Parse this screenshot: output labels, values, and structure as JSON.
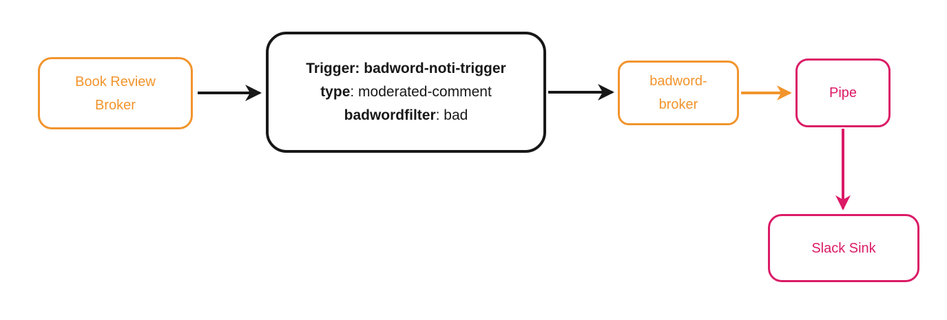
{
  "colors": {
    "orange": "#F2942D",
    "pink": "#DB1A66",
    "ink": "#181818",
    "bg": "#FFFFFF"
  },
  "nodes": {
    "book_review_broker": {
      "line1": "Book Review",
      "line2": "Broker"
    },
    "trigger": {
      "line1_bold": "Trigger: badword-noti-trigger",
      "line2_bold": "type",
      "line2_rest": ": moderated-comment",
      "line3_bold": "badwordfilter",
      "line3_rest": ": bad"
    },
    "badword_broker": {
      "line1": "badword-",
      "line2": "broker"
    },
    "pipe": {
      "label": "Pipe"
    },
    "slack_sink": {
      "label": "Slack Sink"
    }
  },
  "edges": [
    {
      "from": "book_review_broker",
      "to": "trigger",
      "color": "ink"
    },
    {
      "from": "trigger",
      "to": "badword_broker",
      "color": "ink"
    },
    {
      "from": "badword_broker",
      "to": "pipe",
      "color": "orange"
    },
    {
      "from": "pipe",
      "to": "slack_sink",
      "color": "pink"
    }
  ]
}
